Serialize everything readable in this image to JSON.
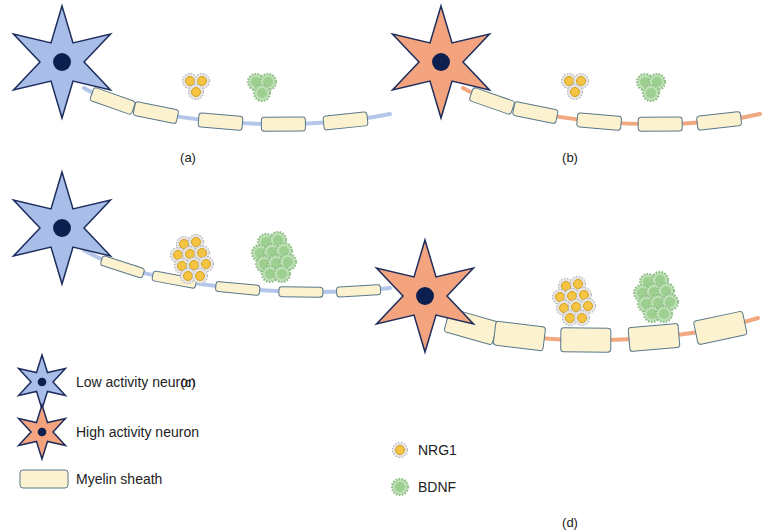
{
  "diagram": {
    "labels": [
      "(a)",
      "(b)",
      "(c)",
      "(d)"
    ],
    "legend": [
      {
        "text": "Low activity neuron"
      },
      {
        "text": "High activity neuron"
      },
      {
        "text": "Myelin sheath"
      },
      {
        "text": "NRG1"
      },
      {
        "text": "BDNF"
      }
    ]
  }
}
